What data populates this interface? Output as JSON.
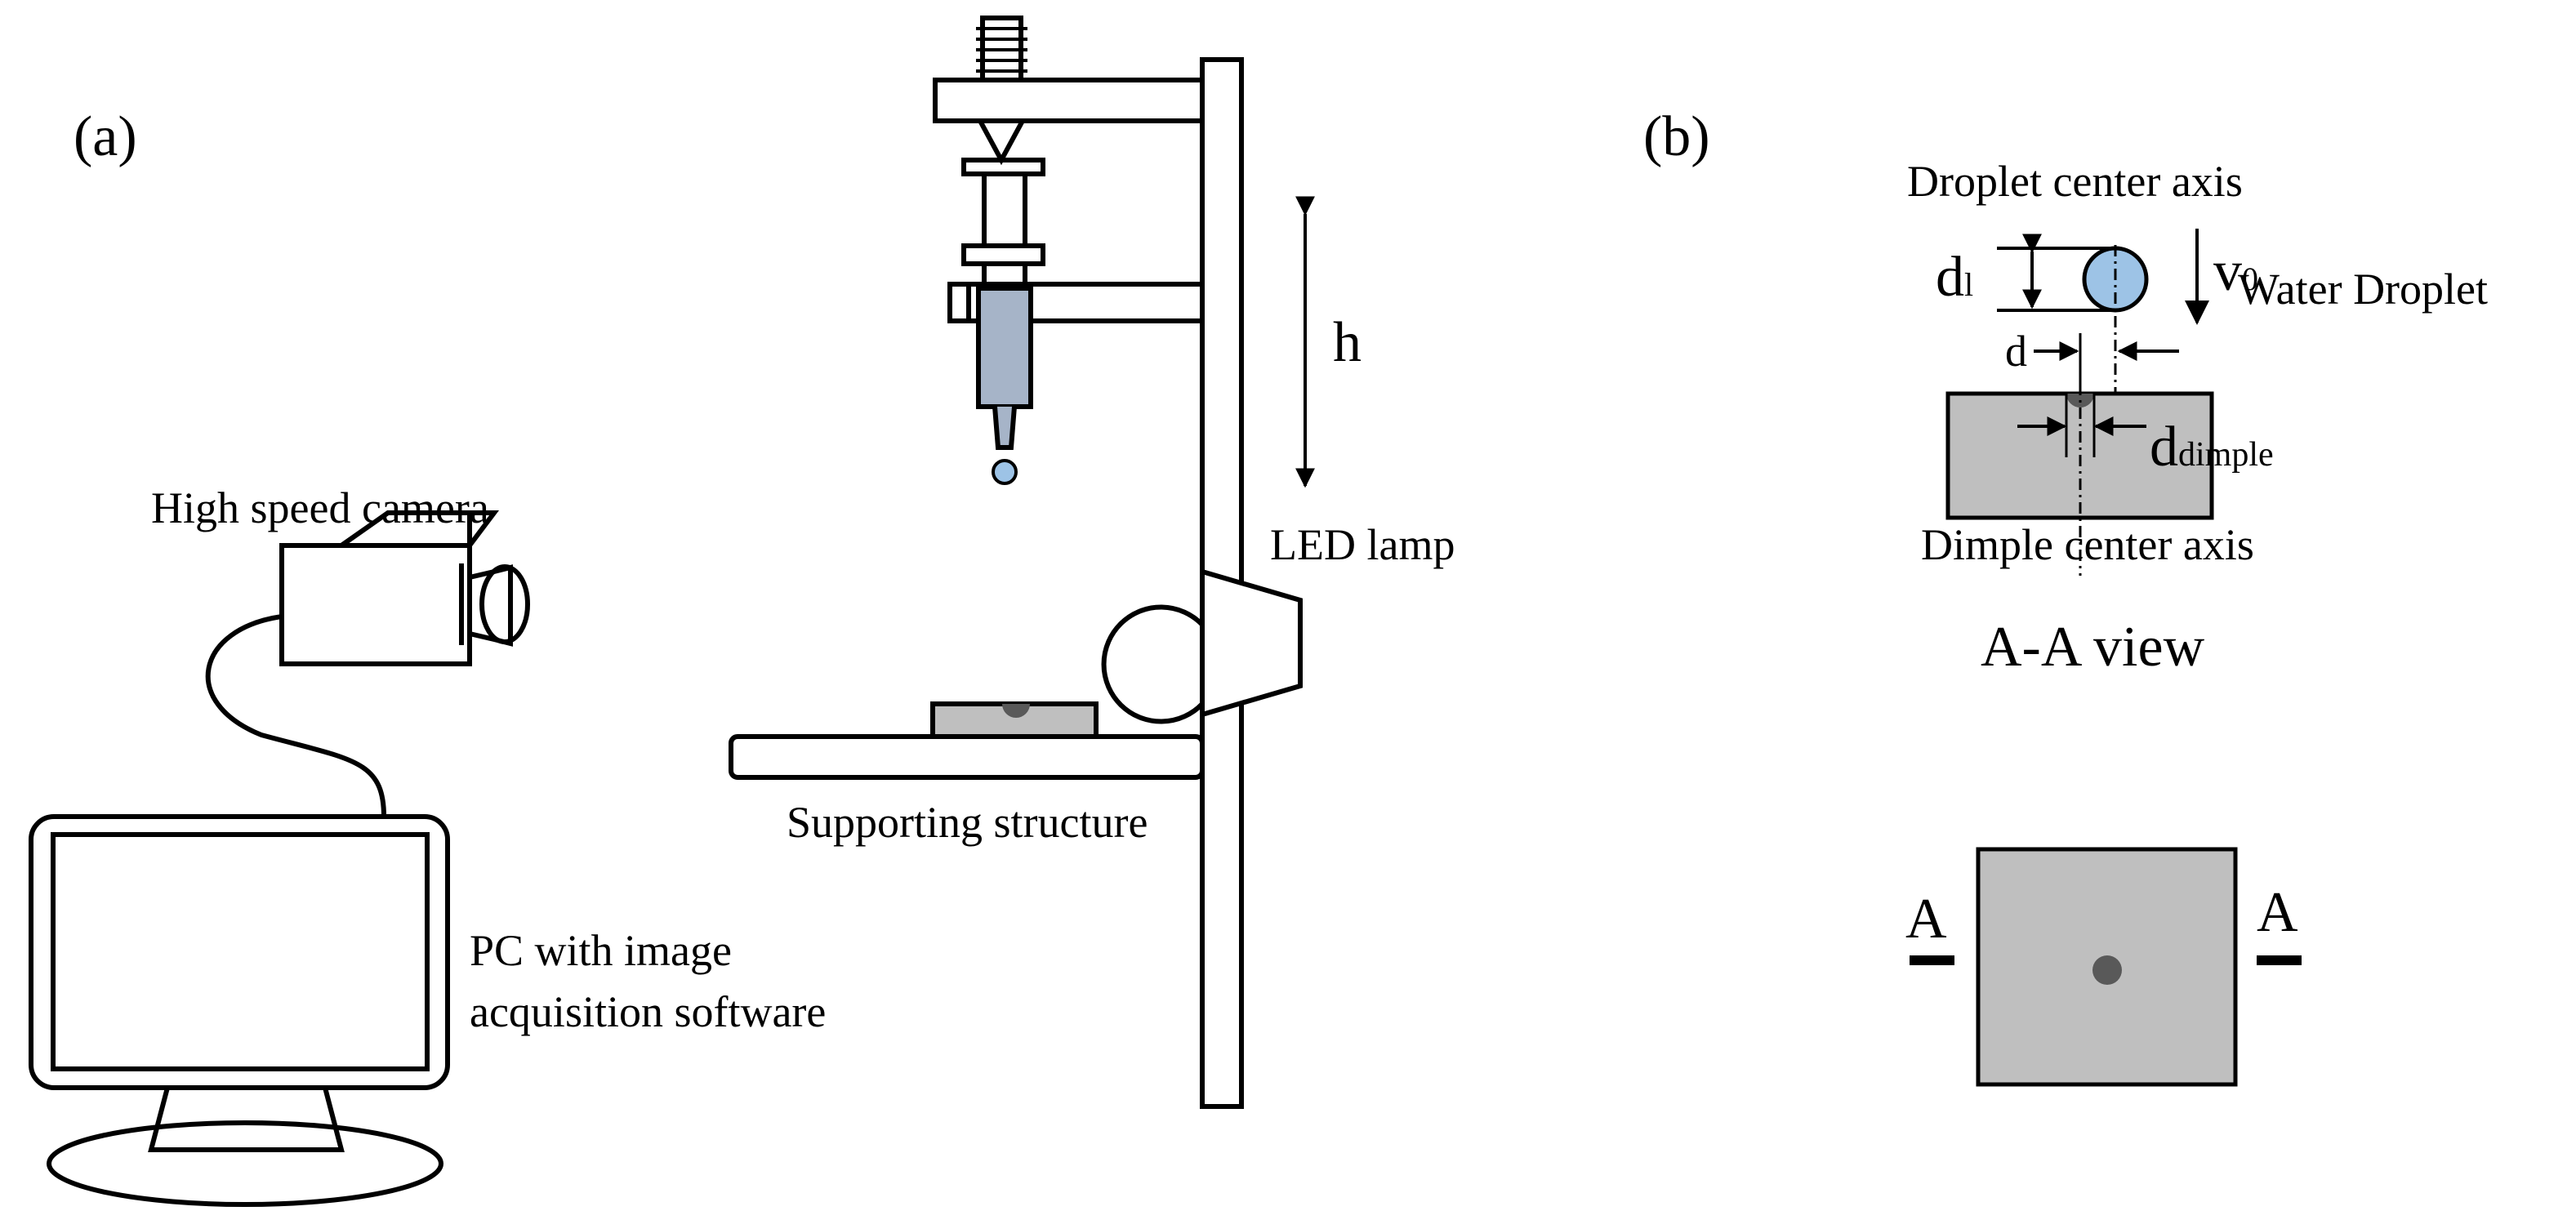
{
  "panel_a": {
    "label": "(a)",
    "camera_label": "High speed camera",
    "pc_label_line1": "PC with image",
    "pc_label_line2": "acquisition software",
    "height_label": "h",
    "lamp_label": "LED lamp",
    "support_label": "Supporting structure"
  },
  "panel_b": {
    "label": "(b)",
    "droplet_axis_label": "Droplet center axis",
    "droplet_diameter_label": "d",
    "droplet_diameter_sub": "l",
    "velocity_label": "v",
    "velocity_sub": "0",
    "water_droplet_label": "Water Droplet",
    "offset_label": "d",
    "dimple_diameter_label": "d",
    "dimple_diameter_sub": "dimple",
    "dimple_axis_label": "Dimple center axis",
    "view_label": "A-A view",
    "section_left": "A",
    "section_right": "A"
  },
  "colors": {
    "droplet": "#9dc3e6",
    "syringe": "#a6b4c8",
    "sample": "#bfbfbf",
    "dimple": "#595959"
  }
}
